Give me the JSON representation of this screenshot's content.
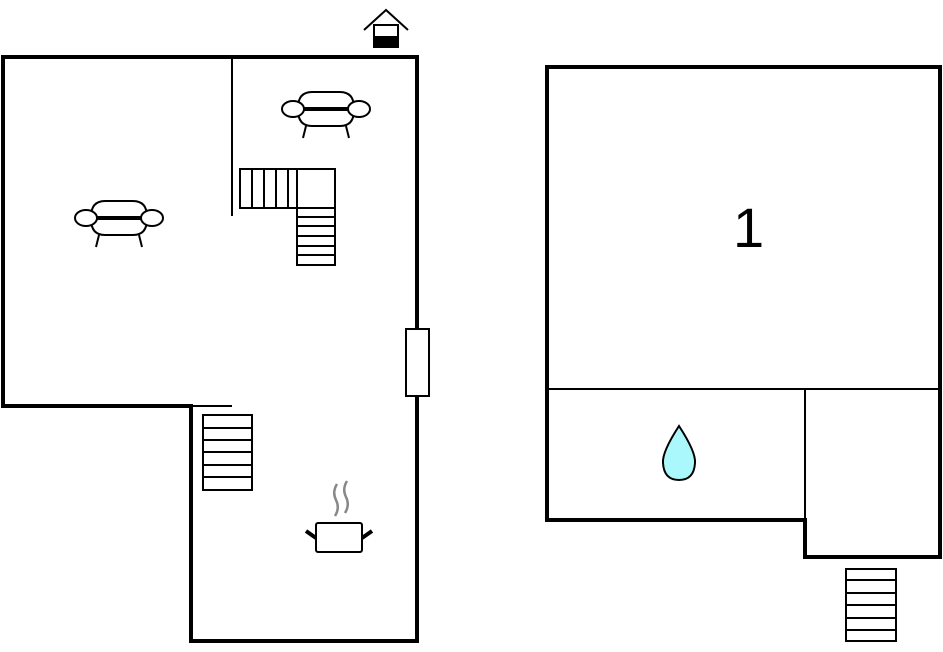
{
  "floorplan": {
    "left_floor": {
      "entrance_icon": "house-entrance-icon",
      "symbols": [
        {
          "name": "sofa-icon",
          "room": "upper-right"
        },
        {
          "name": "sofa-icon",
          "room": "left-living"
        },
        {
          "name": "stairs-icon",
          "shape": "L-shaped"
        },
        {
          "name": "stairs-icon",
          "shape": "straight"
        },
        {
          "name": "window-icon"
        },
        {
          "name": "cooking-pot-icon",
          "room": "kitchen"
        }
      ]
    },
    "right_floor": {
      "room_number": "1",
      "symbols": [
        {
          "name": "water-drop-icon",
          "room": "bathroom",
          "color": "#aaf8fc"
        },
        {
          "name": "stairs-icon",
          "shape": "straight",
          "location": "outside"
        }
      ]
    },
    "colors": {
      "wall": "#000000",
      "background": "#ffffff",
      "water": "#aaf8fc",
      "steam": "#888888"
    }
  }
}
